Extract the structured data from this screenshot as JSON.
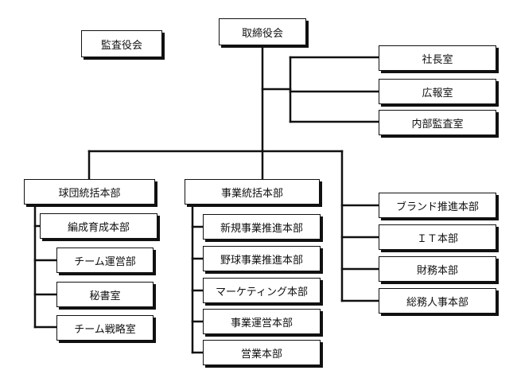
{
  "chart": {
    "top": "取締役会",
    "audit": "監査役会",
    "staff": [
      "社長室",
      "広報室",
      "内部監査室"
    ],
    "team_hq": "球団統括本部",
    "team_units": [
      "編成育成本部",
      "チーム運営部",
      "秘書室",
      "チーム戦略室"
    ],
    "biz_hq": "事業統括本部",
    "biz_units": [
      "新規事業推進本部",
      "野球事業推進本部",
      "マーケティング本部",
      "事業運営本部",
      "営業本部"
    ],
    "corporate": [
      "ブランド推進本部",
      "ＩＴ本部",
      "財務本部",
      "総務人事本部"
    ]
  }
}
